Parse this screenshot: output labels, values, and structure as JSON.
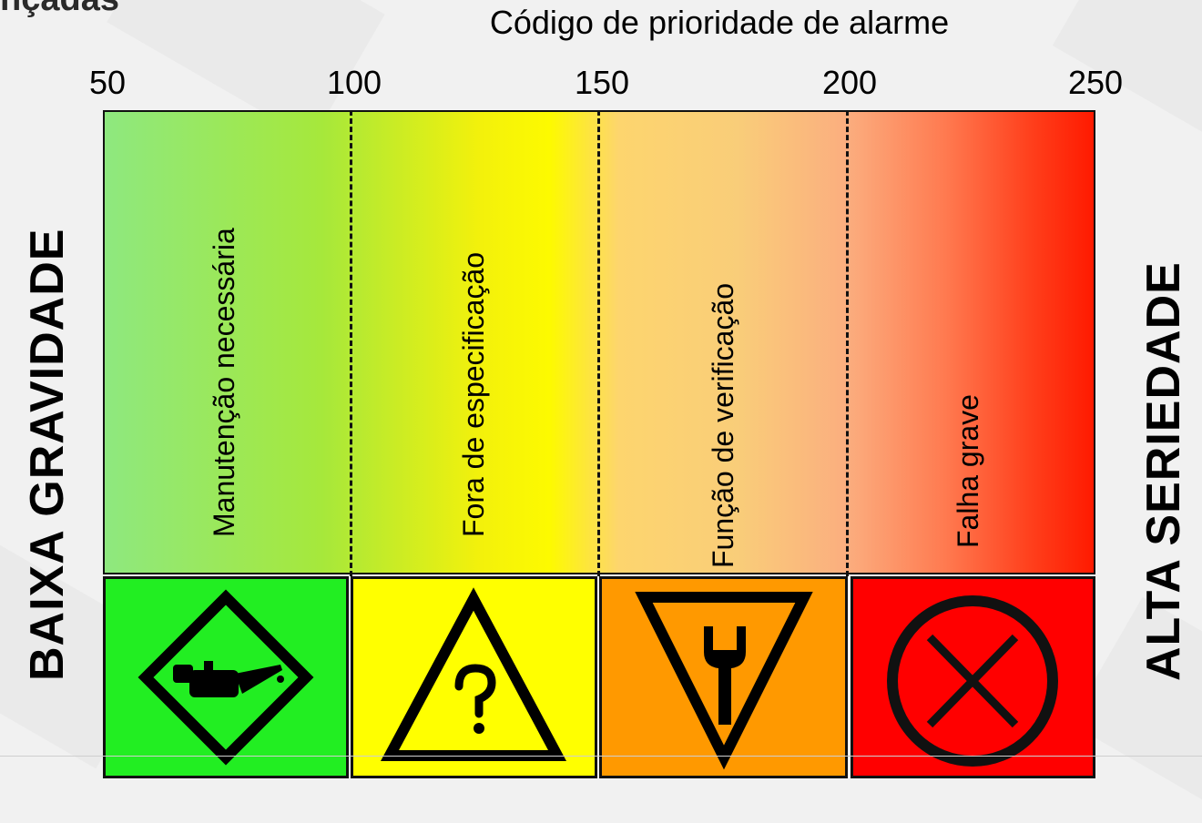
{
  "header": {
    "partial_title": "nçadas",
    "axis_title": "Código de prioridade de alarme"
  },
  "scale": {
    "ticks": [
      "50",
      "100",
      "150",
      "200",
      "250"
    ]
  },
  "zones": [
    {
      "label": "Manutenção necessária",
      "icon": "oil-can-diamond-icon",
      "color": "#22ee22"
    },
    {
      "label": "Fora de especificação",
      "icon": "question-triangle-icon",
      "color": "#ffff00"
    },
    {
      "label": "Função de verificação",
      "icon": "wrench-triangle-icon",
      "color": "#ff9900"
    },
    {
      "label": "Falha grave",
      "icon": "x-circle-icon",
      "color": "#ff0000"
    }
  ],
  "sides": {
    "left": "BAIXA GRAVIDADE",
    "right": "ALTA SERIEDADE"
  }
}
